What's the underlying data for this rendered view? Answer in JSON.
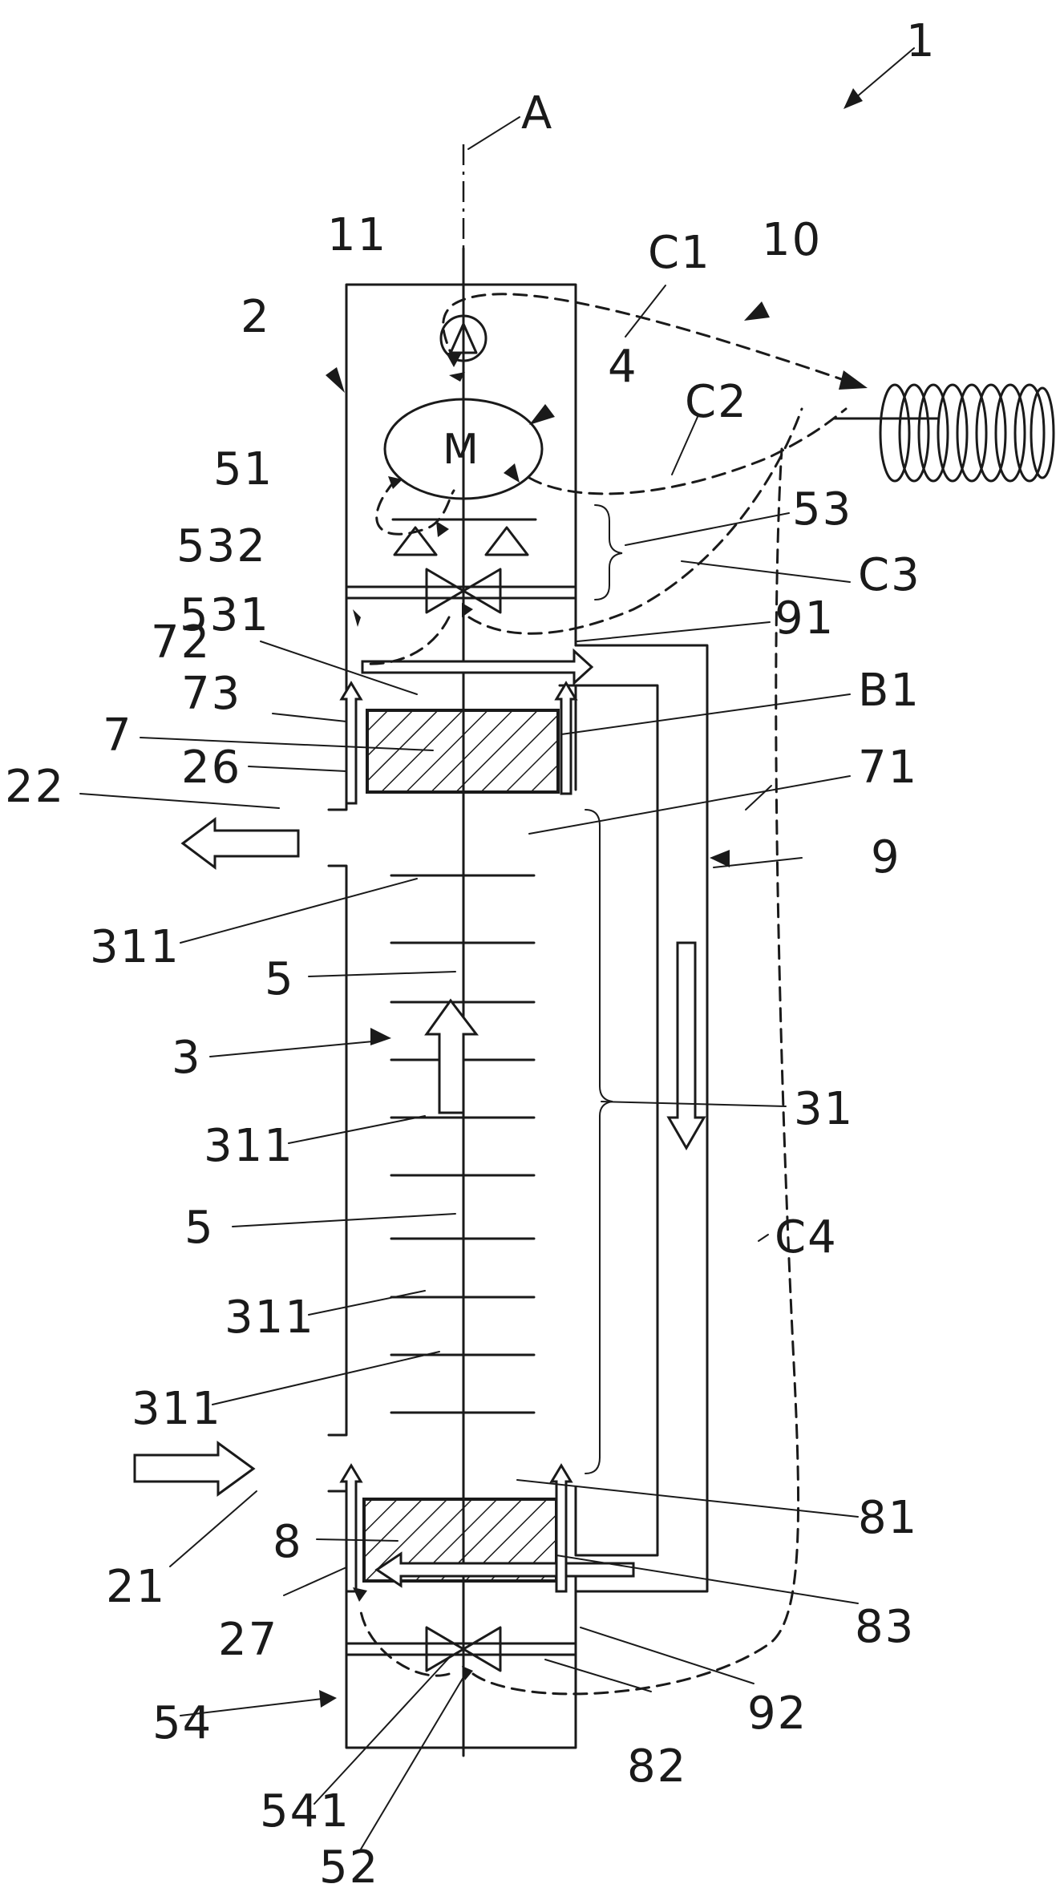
{
  "labels": {
    "device": "1",
    "axis": "A",
    "housing": "2",
    "inlet": "21",
    "outlet": "22",
    "gap_upper": "26",
    "gap_lower": "27",
    "chamber": "3",
    "stack": "31",
    "disk": "311",
    "motor_ref": "4",
    "motor_symbol": "M",
    "shaft": "5",
    "shaft_upper": "51",
    "shaft_lower": "52",
    "bearing_group": "53",
    "valve_upper": "531",
    "bearing_sensor": "532",
    "seal_lower": "54",
    "valve_lower": "541",
    "upper_plate": "7",
    "upper_space": "71",
    "upper_rim": "72",
    "upper_gap": "73",
    "lower_plate": "8",
    "lower_space": "81",
    "lower_rim": "82",
    "lower_gap": "83",
    "bypass": "9",
    "bypass_top": "91",
    "bypass_bottom": "92",
    "cooling_system": "10",
    "pump": "11",
    "gap_b1": "B1",
    "circuit_c1": "C1",
    "circuit_c2": "C2",
    "circuit_c3": "C3",
    "circuit_c4": "C4"
  }
}
